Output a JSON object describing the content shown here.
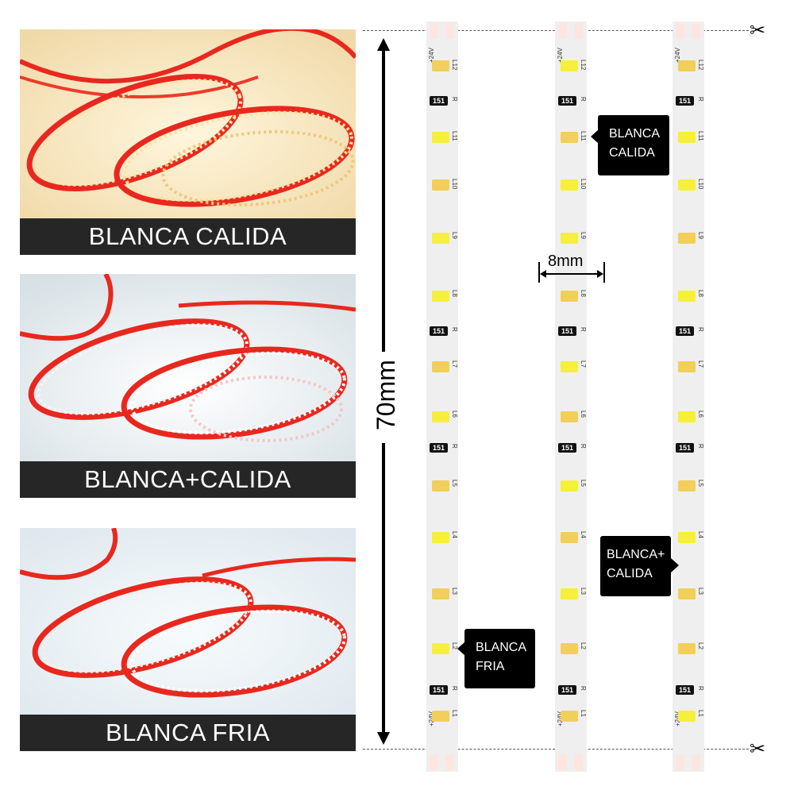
{
  "panels": [
    {
      "caption": "BLANCA CALIDA"
    },
    {
      "caption": "BLANCA+CALIDA"
    },
    {
      "caption": "BLANCA FRIA"
    }
  ],
  "dimensions": {
    "length": "70mm",
    "width": "8mm"
  },
  "strip": {
    "voltage_label": "+24V",
    "resistor_code": "151",
    "resistor_label": "R",
    "led_labels": [
      "L12",
      "L11",
      "L10",
      "L9",
      "L8",
      "L7",
      "L6",
      "L5",
      "L4",
      "L3",
      "L2",
      "L1"
    ]
  },
  "callouts": {
    "warm": [
      "BLANCA",
      "CALIDA"
    ],
    "mixed": [
      "BLANCA+",
      "CALIDA"
    ],
    "cold": [
      "BLANCA",
      "FRIA"
    ]
  },
  "icons": {
    "cut": "scissors-icon"
  },
  "colors": {
    "warm_led": "#f2cf5a",
    "cool_led": "#f6f03a",
    "strip_red": "#e8281e",
    "caption_bg": "#262626"
  }
}
